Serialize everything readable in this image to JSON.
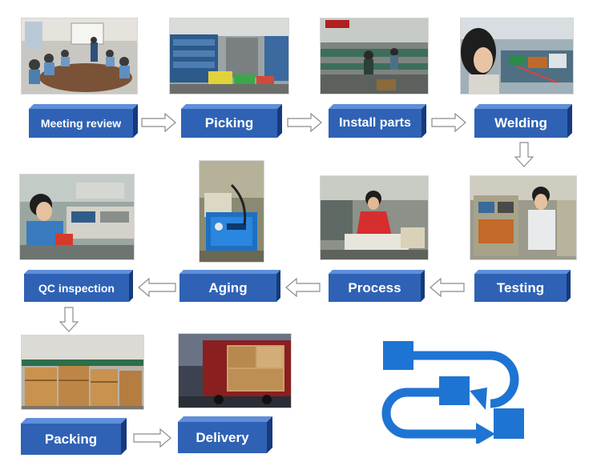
{
  "steps": {
    "meeting_review": "Meeting review",
    "picking": "Picking",
    "install_parts": "Install parts",
    "welding": "Welding",
    "testing": "Testing",
    "process": "Process",
    "aging": "Aging",
    "qc_inspection": "QC inspection",
    "packing": "Packing",
    "delivery": "Delivery"
  },
  "colors": {
    "step_front": "#2f62b5",
    "step_top": "#5f8fd9",
    "step_side": "#163a7c",
    "arrow_fill": "#ffffff",
    "arrow_stroke": "#8c8c8c",
    "logo_blue": "#1e74d2"
  }
}
